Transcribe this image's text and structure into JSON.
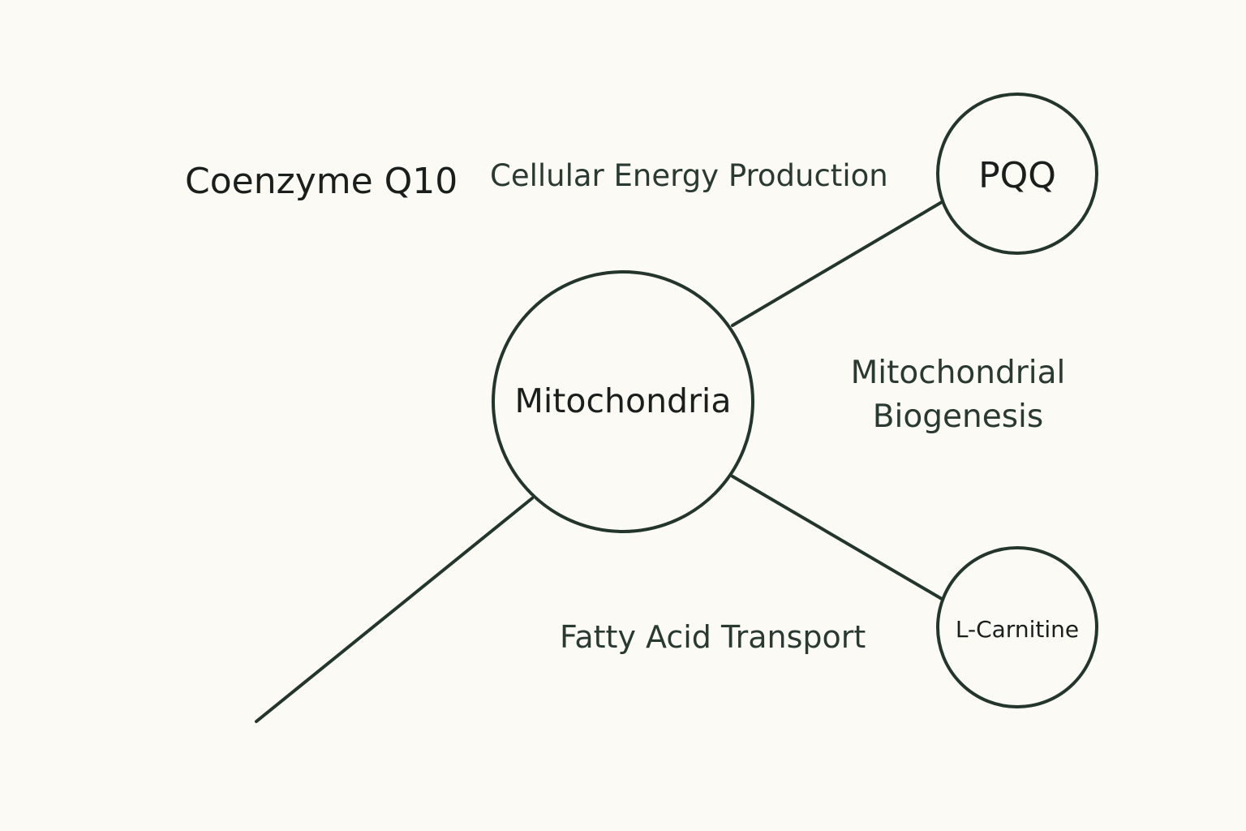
{
  "colors": {
    "background": "#fbfaf5",
    "stroke": "#24362c",
    "text_dark": "#1b1f1c",
    "text_green": "#2b3a31"
  },
  "nodes": {
    "mitochondria": "Mitochondria",
    "pqq": "PQQ",
    "l_carnitine": "L-Carnitine"
  },
  "labels": {
    "coenzyme_q10": "Coenzyme Q10",
    "cellular_energy": "Cellular Energy Production",
    "biogenesis_line1": "Mitochondrial",
    "biogenesis_line2": "Biogenesis",
    "fatty_acid": "Fatty Acid Transport"
  }
}
